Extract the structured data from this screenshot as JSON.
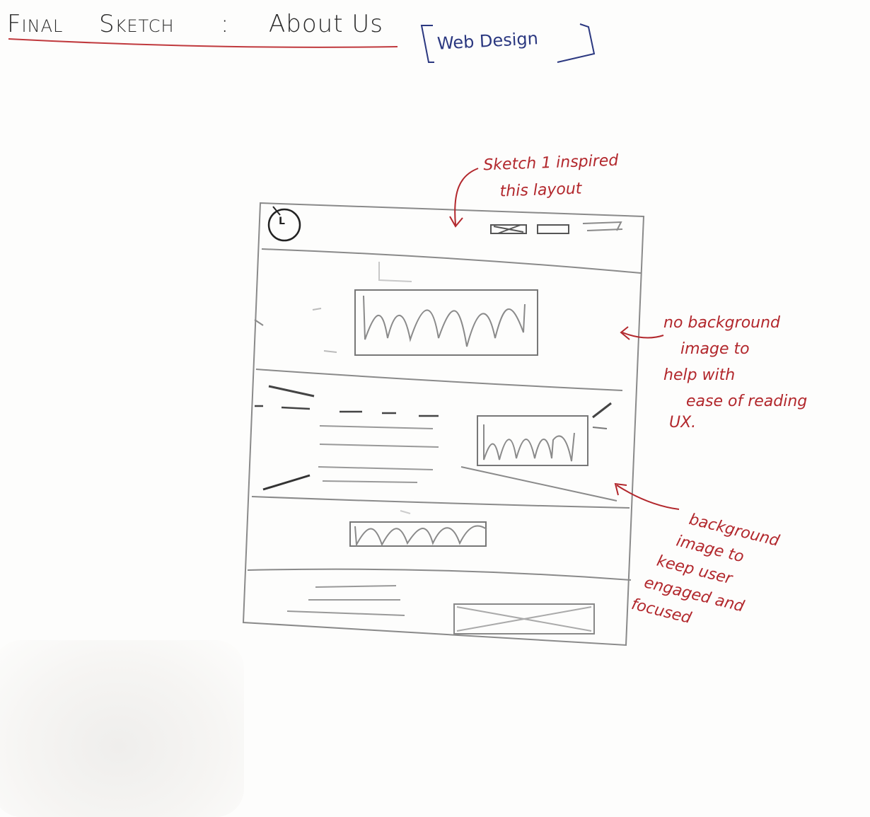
{
  "title": {
    "part1": "Final",
    "part2": "Sketch",
    "separator": ":",
    "part3": "About Us",
    "tag": "Web Design"
  },
  "wireframe": {
    "logo_letter": "L"
  },
  "annotations": {
    "note_top": {
      "line1": "Sketch 1 inspired",
      "line2": "this layout"
    },
    "note_right": {
      "line1": "no background",
      "line2": "image to",
      "line3": "help with",
      "line4": "ease of reading",
      "line5": "UX."
    },
    "note_bottom": {
      "line1": "background",
      "line2": "image to",
      "line3": "keep user",
      "line4": "engaged and",
      "line5": "focused"
    }
  },
  "colors": {
    "pencil": "#8a8a8a",
    "ink_black": "#222222",
    "ink_red": "#b2272c",
    "ink_blue": "#2b3880"
  }
}
